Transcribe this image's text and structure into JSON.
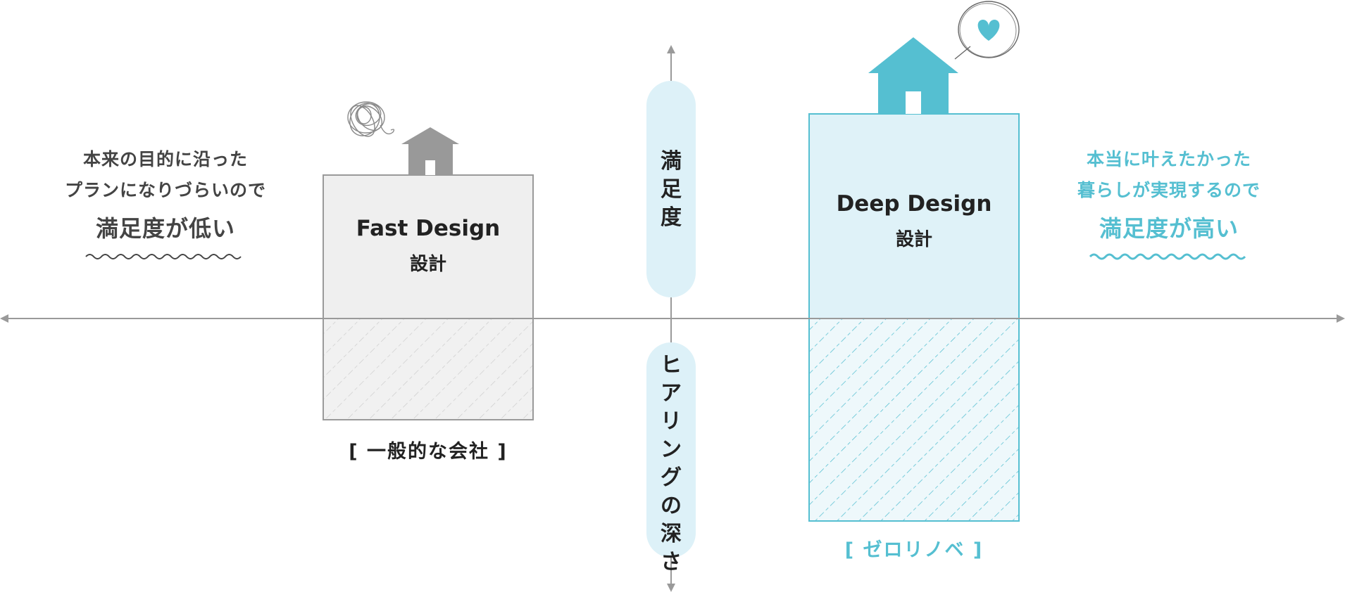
{
  "left_caption": {
    "line1": "本来の目的に沿った",
    "line2": "プランになりづらいので",
    "emphasis": "満足度が低い"
  },
  "right_caption": {
    "line1": "本当に叶えたかった",
    "line2": "暮らしが実現するので",
    "emphasis": "満足度が高い"
  },
  "fast_box": {
    "title": "Fast Design",
    "subtitle": "設計",
    "label": "[ 一般的な会社 ]"
  },
  "deep_box": {
    "title": "Deep Design",
    "subtitle": "設計",
    "label": "[ ゼロリノベ ]"
  },
  "axis": {
    "upper_label": "満足度",
    "lower_label": "ヒアリングの深さ"
  },
  "colors": {
    "gray_text": "#444444",
    "gray_box_fill": "#efefef",
    "gray_box_border": "#9a9a9a",
    "teal_accent": "#55bfd1",
    "teal_box_fill": "#dff2f8",
    "axis_line": "#9a9a9a",
    "pill_fill": "#ddf1f8"
  },
  "icons": [
    "house-icon-gray",
    "scribble-icon",
    "house-icon-teal",
    "heart-bubble-icon"
  ]
}
